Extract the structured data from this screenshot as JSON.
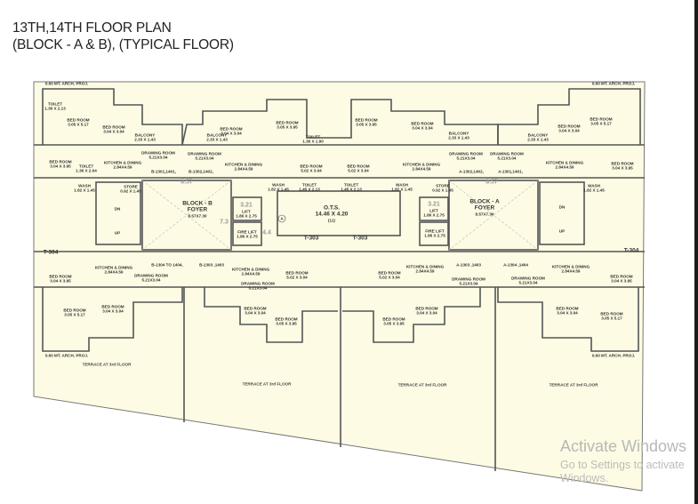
{
  "title": {
    "line1": "13TH,14TH FLOOR PLAN",
    "line2": "(BLOCK - A & B), (TYPICAL FLOOR)"
  },
  "colors": {
    "plan_fill": "#fdfbe3",
    "wall": "#555555"
  },
  "labels": {
    "arch_proj": "0.60 MT. ARCH. PROJ.",
    "bed_room": "BED ROOM",
    "toilet": "TOILET",
    "balcony": "BALCONY",
    "drawing_room": "DRAWING ROOM",
    "kitchen": "KITCHEN & DINING",
    "wash": "WASH",
    "store": "STORE",
    "lift": "LIFT",
    "fire_lift": "FIRE LIFT",
    "dn": "DN",
    "up": "UP",
    "terrace": "TERRACE AT 3rd FLOOR"
  },
  "dims": {
    "bed_305_517": "3.05 X 5.17",
    "bed_304_304": "3.04 X 3.04",
    "bed_305_395": "3.05 X 3.95",
    "bed_304_395": "3.04 X 3.95",
    "bed_502_304": "5.02 X 3.04",
    "toilet_136_213": "1.36 X 2.13",
    "toilet_136_204": "1.36 X 2.04",
    "toilet_136_190": "1.36 X 1.90",
    "toilet_145_213": "1.45 X 2.13",
    "balcony": "2.33 X 1.43",
    "drawing": "5.21X3.04",
    "kitchen": "2.84X4.59",
    "wash": "1.82 X 1.45",
    "store": "0.92 X 1.45",
    "lift": "1.86 X 2.75",
    "foyer": "8.57X7.30"
  },
  "units": {
    "b1": "B-1301,1401,",
    "b2": "B-1302,1402,",
    "b3": "B-1303 ,1403",
    "b4": "B-1304 TO 1404,",
    "a1": "A-1301,1401,",
    "a2": "A-1302,1402,",
    "a3": "A-1303 ,1403",
    "a4": "A-1304 ,1404"
  },
  "core": {
    "block_b": "BLOCK - B",
    "block_a": "BLOCK - A",
    "foyer": "FOYER",
    "ots": "O.T.S.",
    "ots_dims": "14.46 X 4.20",
    "ots_num": "(11)",
    "t303": "T-303",
    "t304": "T-304",
    "circle_a": "A",
    "dim_857": "8.57",
    "dim_321": "3.21",
    "dim_44": "4.4",
    "dim_73": "7.3"
  },
  "watermark": {
    "line1": "Activate Windows",
    "line2": "Go to Settings to activate Windows."
  }
}
